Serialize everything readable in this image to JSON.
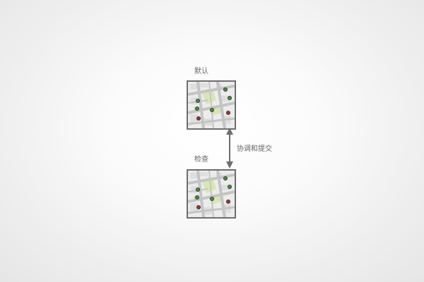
{
  "versions": [
    {
      "id": "default",
      "label": "默认",
      "features": [
        {
          "state": "unchanged"
        },
        {
          "state": "unchanged"
        },
        {
          "state": "unchanged"
        },
        {
          "state": "unchanged"
        },
        {
          "state": "unchanged"
        },
        {
          "state": "conflict"
        },
        {
          "state": "conflict"
        }
      ]
    },
    {
      "id": "qa",
      "label": "检查",
      "features": [
        {
          "state": "unchanged"
        },
        {
          "state": "unchanged"
        },
        {
          "state": "unchanged"
        },
        {
          "state": "unchanged"
        },
        {
          "state": "unchanged"
        },
        {
          "state": "conflict"
        },
        {
          "state": "conflict"
        }
      ]
    }
  ],
  "connector": {
    "label": "协调和提交",
    "direction": "bidirectional"
  },
  "colors": {
    "frame": "#6e6e6e",
    "road": "#c4c4c4",
    "block": "#e2e2e2",
    "park": "#d6e8b0",
    "feature_unchanged": "#3f9a2f",
    "feature_conflict": "#b22a2a",
    "arrow": "#6e6e6e",
    "text": "#666666"
  },
  "icons": {
    "map_thumbnail": "street-map-icon",
    "connector": "double-headed-arrow-icon"
  }
}
